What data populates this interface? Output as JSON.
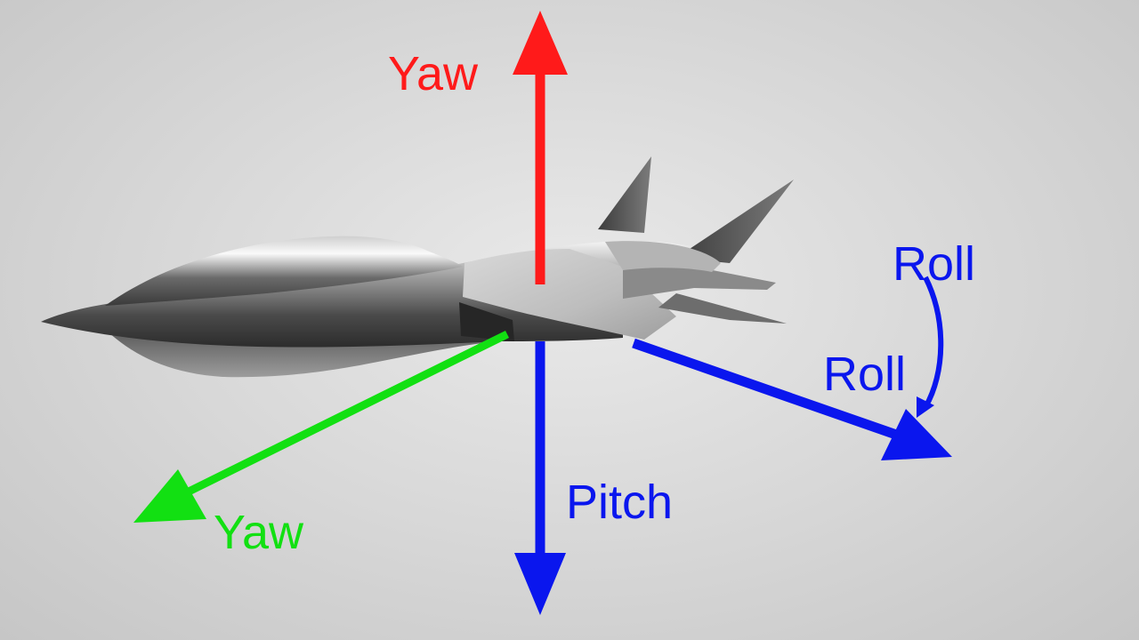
{
  "labels": {
    "yaw_up": "Yaw",
    "yaw_green": "Yaw",
    "pitch": "Pitch",
    "roll_top": "Roll",
    "roll_mid": "Roll"
  },
  "colors": {
    "yaw_up": "#ff1a1a",
    "yaw_green": "#12e012",
    "pitch_roll": "#0a16ee"
  }
}
